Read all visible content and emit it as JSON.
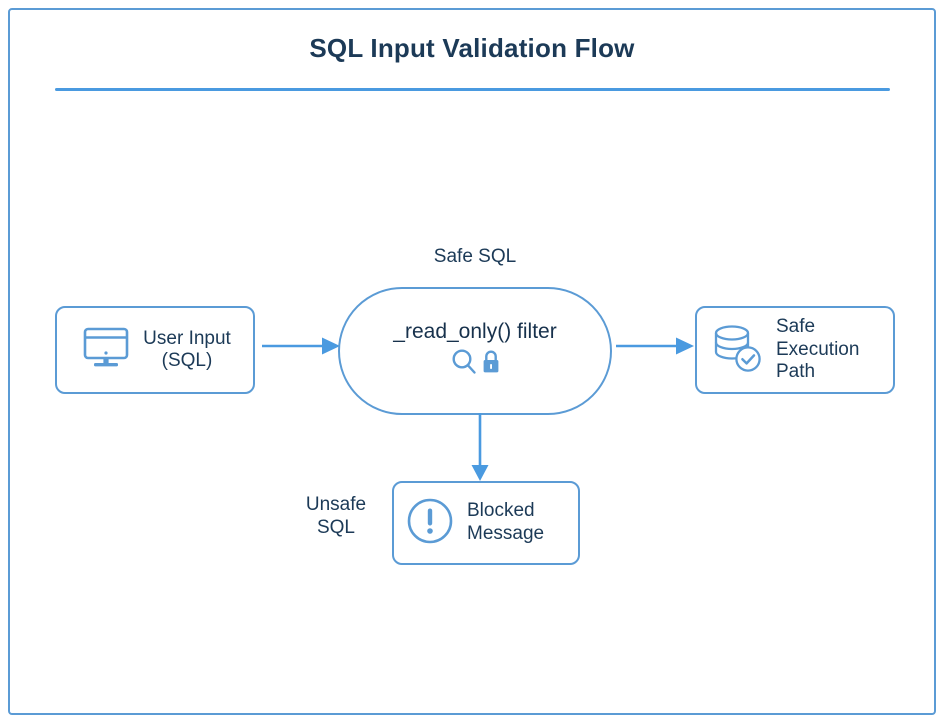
{
  "title": "SQL Input Validation Flow",
  "colors": {
    "border_blue": "#5b9bd5",
    "icon_blue": "#5b9bd5",
    "text_navy": "#1c3a57",
    "rule_blue": "#4a9ae0",
    "background": "#ffffff"
  },
  "nodes": {
    "user_input": {
      "label": "User Input\n(SQL)",
      "icon": "monitor-icon"
    },
    "filter": {
      "label": "_read_only() filter",
      "caption": "Safe SQL",
      "icons": [
        "magnifier-icon",
        "lock-icon"
      ]
    },
    "safe_execution": {
      "label": "Safe\nExecution\nPath",
      "icon": "database-check-icon"
    },
    "blocked_message": {
      "label": "Blocked\nMessage",
      "caption": "Unsafe\nSQL",
      "icon": "exclamation-circle-icon"
    }
  },
  "arrows": [
    {
      "name": "input-to-filter",
      "direction": "right"
    },
    {
      "name": "filter-to-safe",
      "direction": "right"
    },
    {
      "name": "filter-to-blocked",
      "direction": "down"
    }
  ]
}
